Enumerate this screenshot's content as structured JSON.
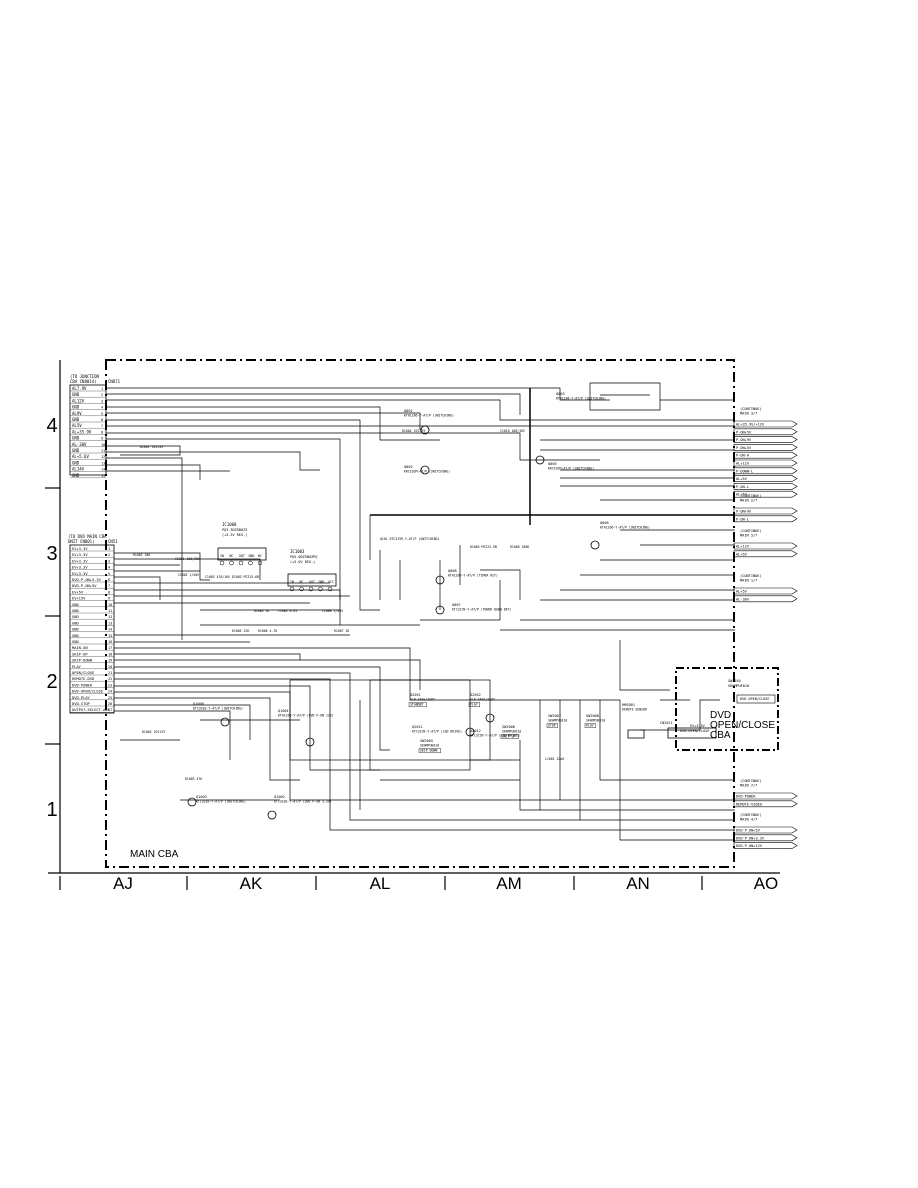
{
  "sheet": {
    "title": "MAIN CBA",
    "sub_board_title_lines": [
      "DVD",
      "OPEN/CLOSE",
      "CBA"
    ],
    "row_labels": [
      "4",
      "3",
      "2",
      "1"
    ],
    "column_labels": [
      "AJ",
      "AK",
      "AL",
      "AM",
      "AN",
      "AO"
    ]
  },
  "left_connector_top": {
    "caption_lines": [
      "(TO JUNCTION",
      "CBA CN8014)"
    ],
    "ref": "CN871",
    "pins": [
      "AL7.9V",
      "GND",
      "AL12V",
      "GND",
      "AL9V",
      "GND",
      "AL5V",
      "AL+35.9V",
      "GND",
      "AL-30V",
      "GND",
      "AL+5.6V",
      "GND",
      "AL14V",
      "GND"
    ]
  },
  "left_connector_bottom": {
    "caption_lines": [
      "(TO DVD MAIN CBA",
      "UNIT CN801)"
    ],
    "ref": "CN51",
    "pins": [
      "EV+3.3V",
      "EV+3.3V",
      "EV+3.3V",
      "EV+3.3V",
      "EV+3.3V",
      "DVD-P-ON+3.3V",
      "DVD-P-ON+5V",
      "EV+5V",
      "EV+15V",
      "GND",
      "GND",
      "GND",
      "GND",
      "GND",
      "GND",
      "GND",
      "MAIN-ON",
      "SKIP-UP",
      "SKIP-DOWN",
      "PLAY",
      "OPEN/CLOSE",
      "REMOTE-DVD",
      "DVD-POWER",
      "DVD-OPEN/CLOSE",
      "DVD-PLAY",
      "DVD-STOP",
      "OUTPUT-SELECT-AUX"
    ]
  },
  "right_connectors": {
    "group_a_caption": [
      "(CONTINUE)",
      "MAIN 3/7"
    ],
    "group_a": [
      "AL+35.9V/+12V",
      "P-ON+5V",
      "P-ON+9V",
      "P-ON+5V",
      "P-ON-H",
      "AL+12V",
      "P-DOWN-L",
      "AL+5V",
      "P-ON-L",
      "AL+5V"
    ],
    "group_b_caption": [
      "(CONTINUE)",
      "MAIN 2/7"
    ],
    "group_b": [
      "P-ON+9V",
      "P-ON-L"
    ],
    "group_c_caption": [
      "(CONTINUE)",
      "MAIN 5/7"
    ],
    "group_c": [
      "AL+12V",
      "AL+5V"
    ],
    "group_d_caption": [
      "(CONTINUE)",
      "MAIN 1/7"
    ],
    "group_d": [
      "AL+5V",
      "AL-30V"
    ],
    "group_e_caption": [
      "(CONTINUE)",
      "MAIN 7/7"
    ],
    "group_e": [
      "DVD-POWER",
      "REMOTE-VIDEO"
    ],
    "group_f_caption": [
      "(CONTINUE)",
      "MAIN 4/7"
    ],
    "group_f": [
      "DVD-P-ON+5V",
      "DVD-P-ON+3.3V",
      "DVD-P-ON+12V"
    ]
  },
  "regulators": [
    {
      "ref": "IC1000",
      "part": "PQ3.3DZ5B0Z3",
      "note": "(+3.3V REG.)",
      "pins": [
        "IN",
        "NC",
        "OUT",
        "GND",
        "NC"
      ]
    },
    {
      "ref": "IC1003",
      "part": "PQ5.0DZ5B0ZPQ",
      "note": "(+5.0V REG.)",
      "pins": [
        "IN",
        "NC",
        "OUT",
        "GND",
        "VCC"
      ]
    }
  ],
  "components": [
    {
      "ref": "Q001",
      "note": "KTA1266-Y-AT/P (SWITCHING)"
    },
    {
      "ref": "Q002",
      "note": "KRC102M-AT/P (SWITCHING)"
    },
    {
      "ref": "Q003",
      "note": "KTA1266-Y-AT/P (SWITCHING)"
    },
    {
      "ref": "Q005",
      "note": "KRC102M-AT/P (SWITCHING)"
    },
    {
      "ref": "Q006",
      "note": "KTA1266-Y-AT/P (SWITCHING)"
    },
    {
      "ref": "Q007",
      "note": "KTC3199-Y-AT/P (POWER DOWN DET)"
    },
    {
      "ref": "Q008",
      "note": "KTA1266-Y-AT/P (TIMER RST)"
    },
    {
      "ref": "Q1000",
      "note": "KTC3203-Y-AT/P (SWITCHING)"
    },
    {
      "ref": "Q1001",
      "note": "KTA1266-Y-AT/P (DVD P-ON 12V)"
    },
    {
      "ref": "Q1002",
      "note": "KTC3203-Y-AT/P (DVD P-ON 3.3V)"
    },
    {
      "ref": "Q1003",
      "note": "KTC3203-Y-AT/P (SWITCHING)"
    },
    {
      "ref": "Q2011",
      "note": "KTC3199-Y-AT/P (LED DRIVE)"
    },
    {
      "ref": "Q2012",
      "note": "KTC3199-Y-AT/P (LED DRIVE)"
    },
    {
      "ref": "D2051",
      "note": "SLR-3ASG/3S6T",
      "badge": "STANDBY"
    },
    {
      "ref": "D2052",
      "note": "SLR-3ASG/3S6T",
      "badge": "PLAY"
    },
    {
      "ref": "SW2005",
      "note": "SKHMPUE010",
      "badge": "SKIP DOWN"
    },
    {
      "ref": "SW2006",
      "note": "SKHMPUE010",
      "badge": "SKIP UP"
    },
    {
      "ref": "SW2007",
      "note": "SKHMPUE010",
      "badge": "STOP"
    },
    {
      "ref": "SW2008",
      "note": "SKHMPUE010",
      "badge": "PLAY"
    },
    {
      "ref": "RMS001",
      "note": "REMOTE SENSOR"
    }
  ],
  "dvd_board": {
    "ref": "CN2011",
    "pins": [
      "DVD-OPEN/CLOSE",
      "EV+3.3V"
    ],
    "switch_ref": "SW2010",
    "switch_part": "SKHMPUE010",
    "switch_badge": "DVD OPEN/CLOSE"
  },
  "stray_labels": [
    "Q101 KTC3199-Y-AT/P (SWITCHING)",
    "D1001 1SS133",
    "C1001 100/25V",
    "R1002 10K",
    "C1002 1/50V",
    "D1002 1SS133",
    "R1003 47K",
    "C1003 470/16V",
    "D1003 MTZJ5.6B",
    "R1004 1K",
    "C1004 0.01",
    "C1008 1/50V",
    "R1005 22K",
    "R1006 4.7K",
    "R1007 1K",
    "D1004 1SS133",
    "C1010 100/16V",
    "R1008 100K",
    "D1005 MTZJ3.9B",
    "L1001 22uH"
  ]
}
